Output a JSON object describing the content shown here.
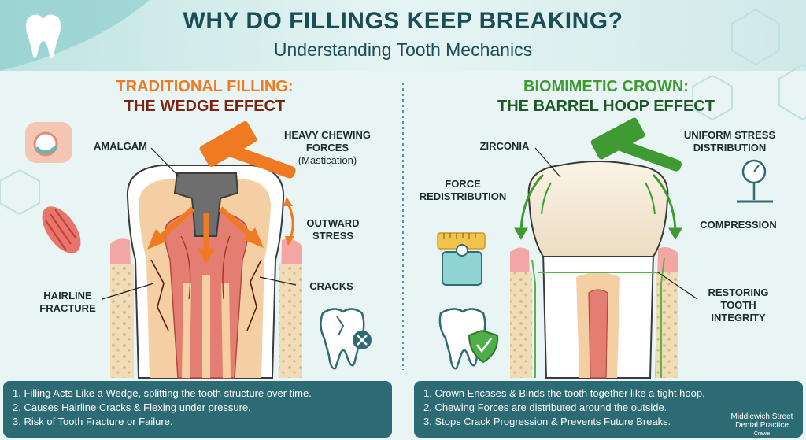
{
  "header": {
    "title": "WHY DO FILLINGS KEEP BREAKING?",
    "subtitle": "Understanding Tooth Mechanics"
  },
  "left": {
    "title_line1": "TRADITIONAL FILLING:",
    "title_line2": "THE WEDGE EFFECT",
    "labels": {
      "amalgam": "AMALGAM",
      "heavy_line1": "HEAVY CHEWING",
      "heavy_line2": "FORCES",
      "heavy_line3": "(Mastication)",
      "outward_line1": "OUTWARD",
      "outward_line2": "STRESS",
      "hairline_line1": "HAIRLINE",
      "hairline_line2": "FRACTURE",
      "cracks": "CRACKS"
    },
    "points": [
      "1. Filling Acts Like a Wedge, splitting the tooth structure over time.",
      "2. Causes Hairline Cracks & Flexing under pressure.",
      "3. Risk of Tooth Fracture or Failure."
    ]
  },
  "right": {
    "title_line1": "BIOMIMETIC CROWN:",
    "title_line2": "THE BARREL HOOP EFFECT",
    "labels": {
      "zirconia": "ZIRCONIA",
      "uniform_line1": "UNIFORM STRESS",
      "uniform_line2": "DISTRIBUTION",
      "force_line1": "FORCE",
      "force_line2": "REDISTRIBUTION",
      "compression": "COMPRESSION",
      "restoring_line1": "RESTORING",
      "restoring_line2": "TOOTH",
      "restoring_line3": "INTEGRITY"
    },
    "points": [
      "1. Crown Encases & Binds the tooth together like a tight hoop.",
      "2. Chewing Forces are distributed around the outside.",
      "3. Stops Crack Progression & Prevents Future Breaks."
    ]
  },
  "brand": {
    "line1": "Middlewich Street",
    "line2": "Dental Practice",
    "line3": "Crewe"
  },
  "colors": {
    "header_text": "#1b4d57",
    "orange": "#f07a22",
    "dark_red": "#7a2414",
    "green": "#3f9a32",
    "dark_green": "#1f5a26",
    "panel": "#2c6b74"
  }
}
